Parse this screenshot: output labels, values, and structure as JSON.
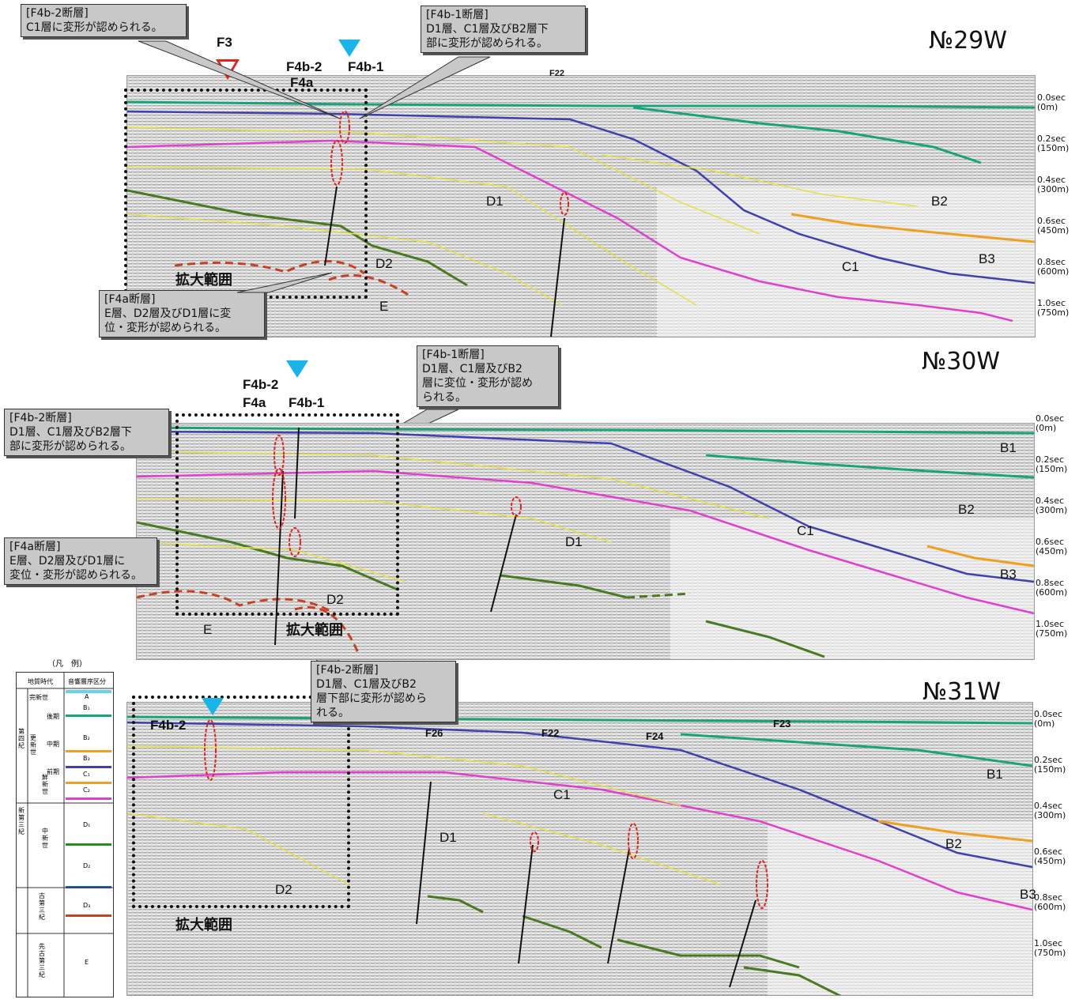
{
  "panels": [
    {
      "id": "29W",
      "title": "№29W",
      "zoom_label": "拡大範囲",
      "layer_labels": [
        "D1",
        "D2",
        "E",
        "C1",
        "B2",
        "B3"
      ],
      "fault_labels": [
        "F3",
        "F4b-2",
        "F4b-1",
        "F4a",
        "F22"
      ],
      "depth_ticks": [
        "0.0sec\n(0m)",
        "0.2sec\n(150m)",
        "0.4sec\n(300m)",
        "0.6sec\n(450m)",
        "0.8sec\n(600m)",
        "1.0sec\n(750m)"
      ],
      "callouts": [
        "[F4b-2断層]\nC1層に変形が認められる。",
        "[F4b-1断層]\nD1層、C1層及びB2層下\n部に変形が認められる。",
        "[F4a断層]\nE層、D2層及びD1層に変\n位・変形が認められる。"
      ]
    },
    {
      "id": "30W",
      "title": "№30W",
      "zoom_label": "拡大範囲",
      "layer_labels": [
        "B1",
        "B2",
        "C1",
        "D1",
        "B3",
        "D2",
        "E"
      ],
      "fault_labels": [
        "F4b-2",
        "F4a",
        "F4b-1"
      ],
      "depth_ticks": [
        "0.0sec\n(0m)",
        "0.2sec\n(150m)",
        "0.4sec\n(300m)",
        "0.6sec\n(450m)",
        "0.8sec\n(600m)",
        "1.0sec\n(750m)"
      ],
      "callouts": [
        "[F4b-1断層]\nD1層、C1層及びB2\n層に変位・変形が認め\nられる。",
        "[F4b-2断層]\nD1層、C1層及びB2層下\n部に変形が認められる。",
        "[F4a断層]\nE層、D2層及びD1層に\n変位・変形が認められる。"
      ]
    },
    {
      "id": "31W",
      "title": "№31W",
      "zoom_label": "拡大範囲",
      "layer_labels": [
        "B1",
        "C1",
        "D1",
        "B2",
        "B3",
        "D2"
      ],
      "fault_labels": [
        "F4b-2",
        "F26",
        "F22",
        "F24",
        "F23"
      ],
      "depth_ticks": [
        "0.0sec\n(0m)",
        "0.2sec\n(150m)",
        "0.4sec\n(300m)",
        "0.6sec\n(450m)",
        "0.8sec\n(600m)",
        "1.0sec\n(750m)"
      ],
      "callouts": [
        "[F4b-2断層]\nD1層、C1層及びB2\n層下部に変形が認めら\nれる。"
      ]
    }
  ],
  "legend": {
    "title": "（凡　例）",
    "col1": "地質時代",
    "col2": "音響層序区分",
    "units": [
      "A",
      "B₁",
      "B₂",
      "B₃",
      "C₁",
      "C₂",
      "D₁",
      "D₂",
      "D₃",
      "E"
    ],
    "periods": [
      "完新世",
      "後期",
      "中期",
      "前期",
      "更新世",
      "第四紀",
      "鮮新世",
      "中新世",
      "新第三紀",
      "古第三紀",
      "先古第三紀"
    ]
  },
  "colors": {
    "horizon_A": "#4a90c8",
    "horizon_B1_B2": "#1aa37a",
    "horizon_B3": "#f0a020",
    "horizon_C1": "#4040b0",
    "horizon_C2_D1": "#e040d0",
    "horizon_D1_D2": "#4a7a20",
    "horizon_yellow": "#e6e040",
    "horizon_E": "#c84020",
    "marker_blue": "#18b4ea",
    "marker_red": "#e8201e"
  }
}
